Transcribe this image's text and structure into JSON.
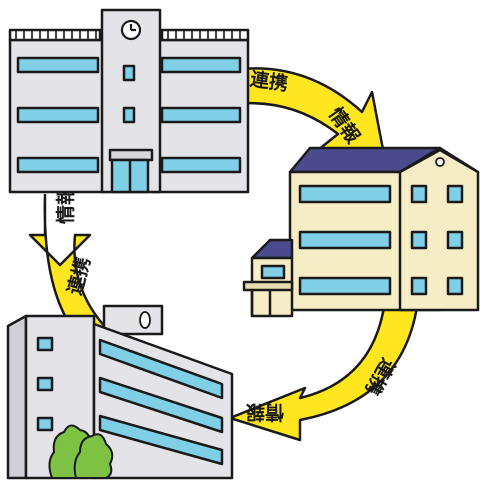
{
  "colors": {
    "arrow": "#ffe61e",
    "outline": "#1a1a1a",
    "window": "#7fd0e6",
    "building_gray": "#e4e4e8",
    "building_cream": "#f6edc6",
    "roof": "#4a4a8c",
    "tree": "#7dc242"
  },
  "arrows": {
    "top": {
      "label_a": "連携",
      "label_b": "情報"
    },
    "left": {
      "label_a": "情報",
      "label_b": "連携"
    },
    "bottom": {
      "label_a": "情報",
      "label_b": "連携"
    }
  },
  "icons": {
    "clock": "clock-icon",
    "trees": "tree-icon"
  }
}
